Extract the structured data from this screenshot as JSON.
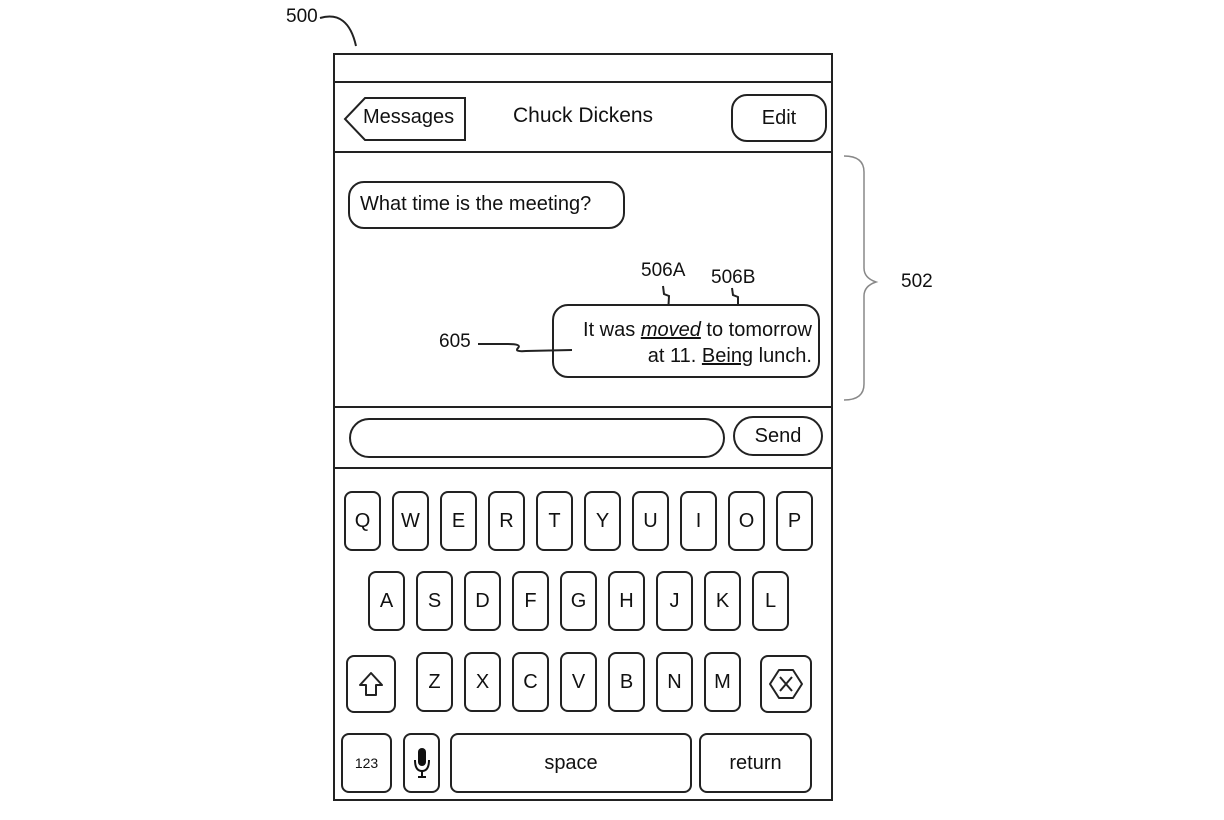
{
  "refs": {
    "device": "500",
    "message_area": "502",
    "word_a": "506A",
    "word_b": "506B",
    "bubble": "605"
  },
  "header": {
    "back_label": "Messages",
    "title": "Chuck Dickens",
    "edit_label": "Edit"
  },
  "messages": {
    "incoming": "What time is the meeting?",
    "outgoing": {
      "part1": "It was ",
      "word1": "moved",
      "part2": " to tomorrow",
      "part3": "at 11. ",
      "word2": "Being",
      "part4": " lunch."
    }
  },
  "compose": {
    "input_value": "",
    "send_label": "Send"
  },
  "keyboard": {
    "row1": [
      "Q",
      "W",
      "E",
      "R",
      "T",
      "Y",
      "U",
      "I",
      "O",
      "P"
    ],
    "row2": [
      "A",
      "S",
      "D",
      "F",
      "G",
      "H",
      "J",
      "K",
      "L"
    ],
    "row3": [
      "Z",
      "X",
      "C",
      "V",
      "B",
      "N",
      "M"
    ],
    "numbers_label": "123",
    "space_label": "space",
    "return_label": "return",
    "icons": {
      "shift": "shift-icon",
      "delete": "delete-icon",
      "mic": "microphone-icon"
    }
  }
}
